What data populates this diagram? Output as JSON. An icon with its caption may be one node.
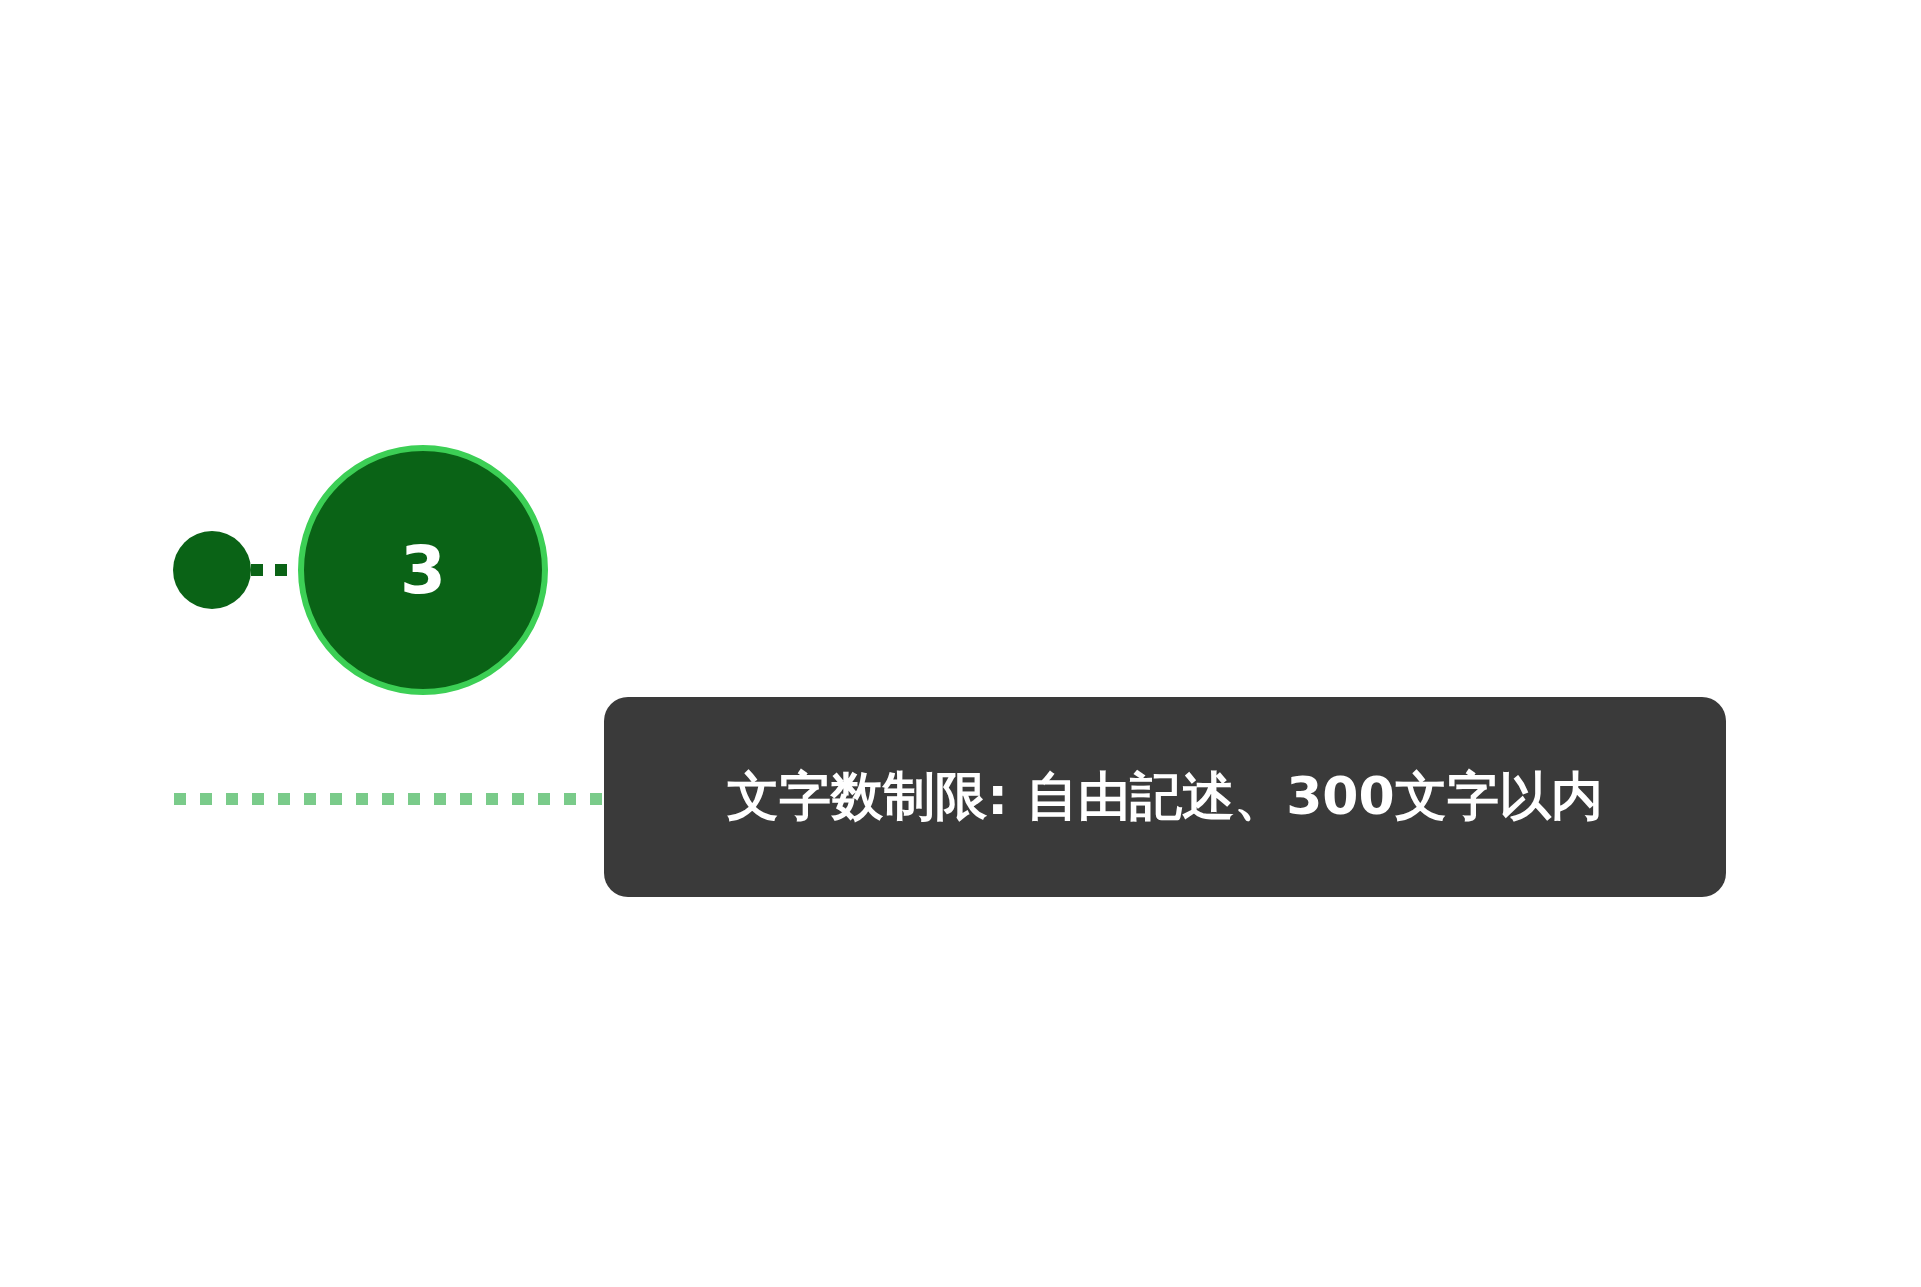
{
  "diagram": {
    "nodes": [
      {
        "text": [],
        "shape": "circle"
      },
      {
        "text": [
          "3"
        ]
      },
      {
        "text": [
          "文字数制限: 自由記述、300文字以内"
        ]
      }
    ],
    "edges": [
      {
        "from": 0,
        "to": 1,
        "arrow": "none",
        "style": "dashed"
      },
      {
        "from": null,
        "to": 2,
        "arrow": "none",
        "style": "dashed",
        "color": "#7acb8a"
      }
    ]
  }
}
